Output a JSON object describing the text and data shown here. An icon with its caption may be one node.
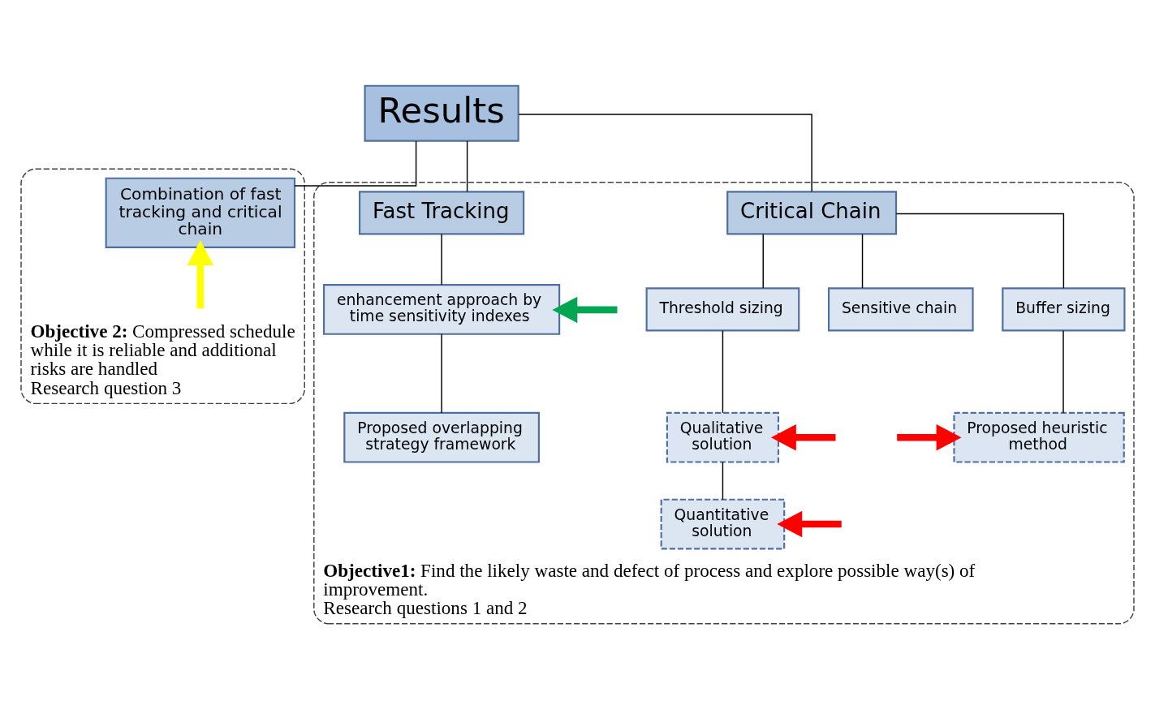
{
  "diagram": {
    "nodes": [
      {
        "text": [
          "Results"
        ]
      },
      {
        "text": [
          "**Objective 2:** Compressed schedule while it is reliable and additional risks are handled",
          "Research question 3"
        ]
      },
      {
        "text": [
          "Combination of fast tracking and critical chain"
        ],
        "in": 1
      },
      {
        "text": [
          "**Objective1:** Find the likely waste and defect of process and explore possible way(s) of improvement.",
          "Research questions 1 and 2"
        ]
      },
      {
        "text": [
          "Critical Chain"
        ],
        "in": 3
      },
      {
        "text": [
          "Fast Tracking"
        ],
        "in": 3
      },
      {
        "text": [
          "Sensitive chain"
        ],
        "in": 3
      },
      {
        "text": [
          "Buffer sizing"
        ],
        "in": 3
      },
      {
        "text": [
          "Threshold sizing"
        ],
        "in": 3
      },
      {
        "text": [
          "enhancement approach by time sensitivity indexes"
        ],
        "in": 3
      },
      {
        "text": [
          "Proposed heuristic method"
        ],
        "in": 3
      },
      {
        "text": [
          "Qualitative solution"
        ],
        "in": 3
      },
      {
        "text": [
          "Proposed overlapping strategy framework"
        ],
        "in": 3
      },
      {
        "text": [
          "Quantitative solution"
        ],
        "in": 3
      }
    ],
    "edges": [
      {
        "from": 0,
        "to": 2,
        "arrow": "none"
      },
      {
        "from": 0,
        "to": 4,
        "arrow": "none"
      },
      {
        "from": 0,
        "to": 5,
        "arrow": "none"
      },
      {
        "from": 4,
        "to": 6,
        "arrow": "none"
      },
      {
        "from": 4,
        "to": 7,
        "arrow": "none"
      },
      {
        "from": 4,
        "to": 8,
        "arrow": "none"
      },
      {
        "from": 5,
        "to": 9,
        "arrow": "none"
      },
      {
        "from": 7,
        "to": 10,
        "arrow": "none"
      },
      {
        "from": 8,
        "to": 11,
        "arrow": "none"
      },
      {
        "from": 9,
        "to": 12,
        "arrow": "none"
      },
      {
        "from": 11,
        "to": 13,
        "arrow": "none"
      },
      {
        "from": null,
        "to": 2,
        "arrow": "to",
        "style": "thick",
        "color": "#ffff00"
      },
      {
        "from": null,
        "to": 10,
        "arrow": "to",
        "style": "thick",
        "color": "#ff0000"
      },
      {
        "from": null,
        "to": 11,
        "arrow": "to",
        "style": "thick",
        "color": "#ff0000"
      },
      {
        "from": null,
        "to": 9,
        "arrow": "to",
        "style": "thick",
        "color": "#00a651"
      },
      {
        "from": null,
        "to": 13,
        "arrow": "to",
        "style": "thick",
        "color": "#ff0000"
      }
    ]
  }
}
